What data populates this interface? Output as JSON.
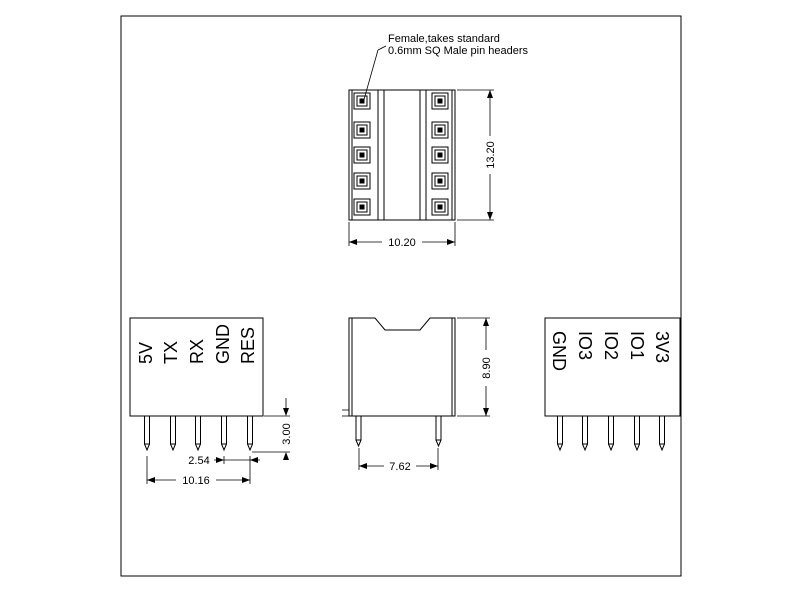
{
  "note": {
    "line1": "Female,takes standard",
    "line2": "0.6mm SQ Male pin headers"
  },
  "dimensions": {
    "width_top": "10.20",
    "height_top": "13.20",
    "height_side": "8.90",
    "row_spacing": "7.62",
    "pin_pitch": "2.54",
    "pin_span": "10.16",
    "pin_length": "3.00"
  },
  "left_pins": [
    "5V",
    "TX",
    "RX",
    "GND",
    "RES"
  ],
  "right_pins": [
    "3V3",
    "IO1",
    "IO2",
    "IO3",
    "GND"
  ]
}
